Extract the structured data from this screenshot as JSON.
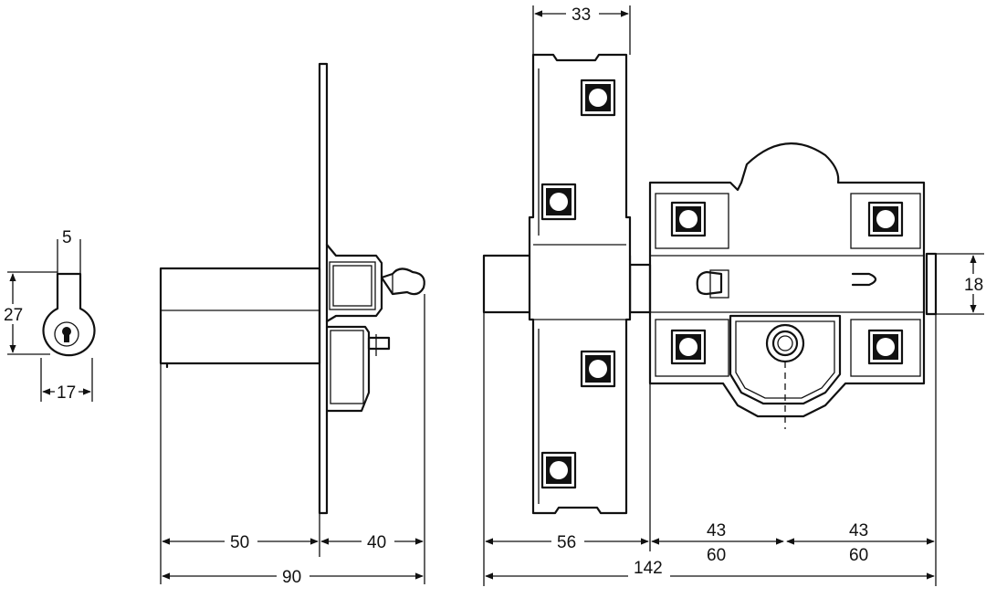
{
  "colors": {
    "ink": "#111111",
    "paper": "#ffffff"
  },
  "cylinder_view": {
    "dim_top": "5",
    "dim_height": "27",
    "dim_width": "17"
  },
  "side_view": {
    "dim_left": "50",
    "dim_right": "40",
    "dim_total": "90"
  },
  "front_view": {
    "dim_plate_width": "33",
    "dim_bolt_height": "18",
    "dim_plate_span": "56",
    "dim_mid_top": "43",
    "dim_mid_bottom": "60",
    "dim_right_top": "43",
    "dim_right_bottom": "60",
    "dim_total": "142"
  }
}
